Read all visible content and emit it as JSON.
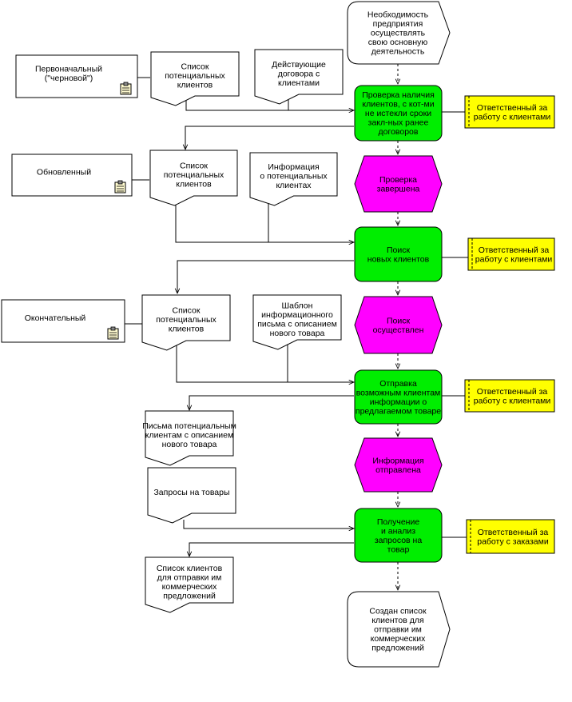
{
  "diagram": {
    "colors": {
      "function": "#00ee00",
      "event": "#ff00ff",
      "role": "#ffff00",
      "stroke": "#000000",
      "background": "#ffffff"
    },
    "start_event": [
      "Необходимость",
      "предприятия",
      "осуществлять",
      "свою основную",
      "деятельность"
    ],
    "end_event": [
      "Создан список",
      "клиентов для",
      "отправки им",
      "коммерческих",
      "предложений"
    ],
    "functions": [
      [
        "Проверка наличия",
        "клиентов, с кот-ми",
        "не истекли сроки",
        "закл-ных ранее",
        "договоров"
      ],
      [
        "Поиск",
        "новых клиентов"
      ],
      [
        "Отправка",
        "возможным клиентам",
        "информации о",
        "предлагаемом товаре"
      ],
      [
        "Получение",
        "и анализ",
        "запросов на",
        "товар"
      ]
    ],
    "events": [
      [
        "Проверка",
        "завершена"
      ],
      [
        "Поиск",
        "осуществлен"
      ],
      [
        "Информация",
        "отправлена"
      ]
    ],
    "roles": [
      [
        "Ответственный за",
        "работу с клиентами"
      ],
      [
        "Ответственный за",
        "работу с клиентами"
      ],
      [
        "Ответственный за",
        "работу с клиентами"
      ],
      [
        "Ответственный за",
        "работу с заказами"
      ]
    ],
    "statuses": [
      [
        "Первоначальный",
        "(\"черновой\")"
      ],
      [
        "Обновленный"
      ],
      [
        "Окончательный"
      ]
    ],
    "documents": [
      [
        "Список",
        "потенциальных",
        "клиентов"
      ],
      [
        "Действующие",
        "договора с",
        "клиентами"
      ],
      [
        "Список",
        "потенциальных",
        "клиентов"
      ],
      [
        "Информация",
        "о потенциальных",
        "клиентах"
      ],
      [
        "Список",
        "потенциальных",
        "клиентов"
      ],
      [
        "Шаблон",
        "информационного",
        "письма с описанием",
        "нового товара"
      ],
      [
        "Письма потенциальным",
        "клиентам с описанием",
        "нового товара"
      ],
      [
        "Запросы на товары"
      ],
      [
        "Список клиентов",
        "для отправки им",
        "коммерческих",
        "предложений"
      ]
    ]
  }
}
